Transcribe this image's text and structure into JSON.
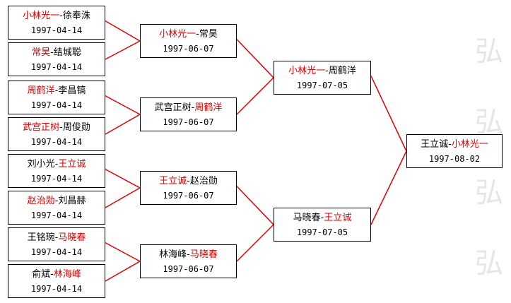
{
  "watermark": "弘",
  "rounds": [
    {
      "name": "round-1",
      "matches": [
        {
          "player1": "小林光一",
          "player2": "徐奉洙",
          "winner": 1,
          "date": "1997-04-14"
        },
        {
          "player1": "常昊",
          "player2": "结城聪",
          "winner": 1,
          "date": "1997-04-14"
        },
        {
          "player1": "周鹤洋",
          "player2": "李昌镐",
          "winner": 1,
          "date": "1997-04-14"
        },
        {
          "player1": "武宫正树",
          "player2": "周俊勋",
          "winner": 1,
          "date": "1997-04-14"
        },
        {
          "player1": "刘小光",
          "player2": "王立诚",
          "winner": 2,
          "date": "1997-04-14"
        },
        {
          "player1": "赵治勋",
          "player2": "刘昌赫",
          "winner": 1,
          "date": "1997-04-14"
        },
        {
          "player1": "王铭琬",
          "player2": "马晓春",
          "winner": 2,
          "date": "1997-04-14"
        },
        {
          "player1": "俞斌",
          "player2": "林海峰",
          "winner": 2,
          "date": "1997-04-14"
        }
      ]
    },
    {
      "name": "round-2",
      "matches": [
        {
          "player1": "小林光一",
          "player2": "常昊",
          "winner": 1,
          "date": "1997-06-07"
        },
        {
          "player1": "武宫正树",
          "player2": "周鹤洋",
          "winner": 2,
          "date": "1997-06-07"
        },
        {
          "player1": "王立诚",
          "player2": "赵治勋",
          "winner": 1,
          "date": "1997-06-07"
        },
        {
          "player1": "林海峰",
          "player2": "马晓春",
          "winner": 2,
          "date": "1997-06-07"
        }
      ]
    },
    {
      "name": "round-3",
      "matches": [
        {
          "player1": "小林光一",
          "player2": "周鹤洋",
          "winner": 1,
          "date": "1997-07-05"
        },
        {
          "player1": "马晓春",
          "player2": "王立诚",
          "winner": 2,
          "date": "1997-07-05"
        }
      ]
    },
    {
      "name": "final",
      "matches": [
        {
          "player1": "王立诚",
          "player2": "小林光一",
          "winner": 2,
          "date": "1997-08-02"
        }
      ]
    }
  ],
  "separator": "-",
  "colors": {
    "winner": "#d80000",
    "loser": "#000000",
    "connector": "#e00000",
    "border": "#000000"
  }
}
